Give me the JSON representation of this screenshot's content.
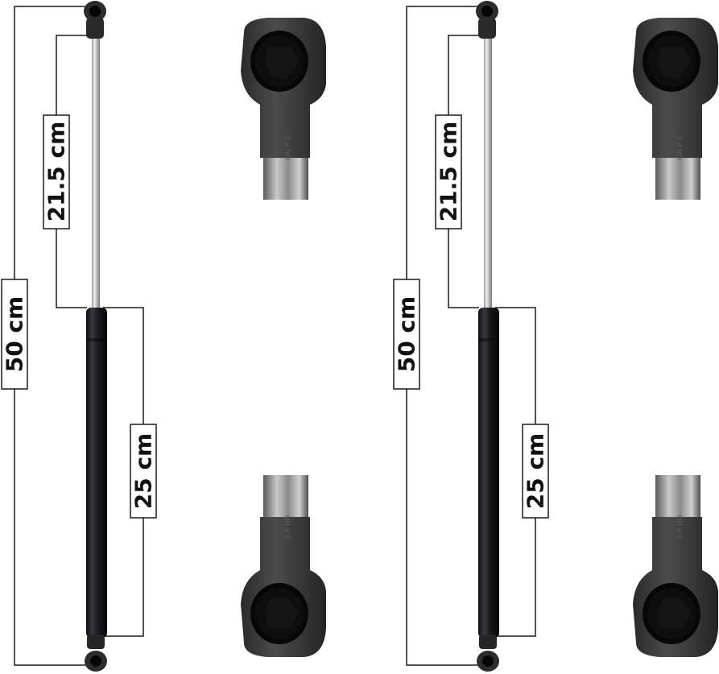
{
  "colors": {
    "line": "#1a1a1a",
    "rod_light": "#d8d8d8",
    "rod_dark": "#8a8a8a",
    "cylinder": "#1c1c1e",
    "fitting": "#3a3a3a",
    "fitting_dark": "#1e1e1e"
  },
  "struts": [
    {
      "overall_label": "50 cm",
      "rod_label": "21.5 cm",
      "body_label": "25 cm"
    },
    {
      "overall_label": "50 cm",
      "rod_label": "21.5 cm",
      "body_label": "25 cm"
    }
  ],
  "fitting_markings": {
    "text": "3 ⌀ NO"
  }
}
